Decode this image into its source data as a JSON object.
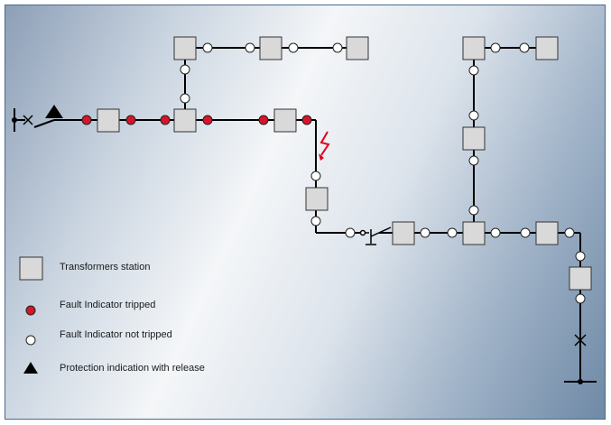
{
  "legend": {
    "transformer_station": "Transformers station",
    "fault_tripped": "Fault Indicator tripped",
    "fault_not_tripped": "Fault Indicator not tripped",
    "protection": "Protection indication with release"
  },
  "colors": {
    "tripped": "#d7152a",
    "not_tripped": "#ffffff",
    "station_fill": "#d9d9d9",
    "line": "#000000",
    "fault": "#e0001a"
  }
}
